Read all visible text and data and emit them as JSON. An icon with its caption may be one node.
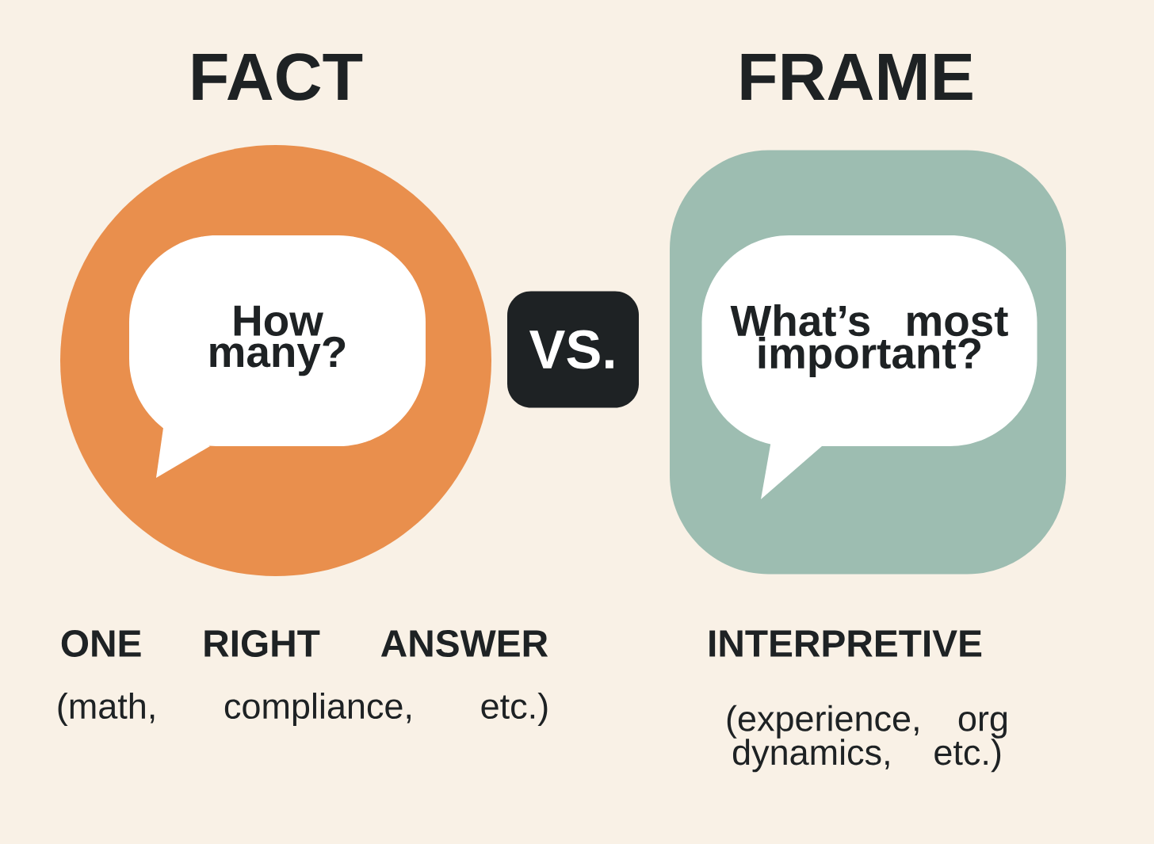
{
  "diagram": {
    "nodes": [
      {
        "text": [],
        "shape": "circle"
      },
      {
        "text": [
          "How many?"
        ],
        "in": 0
      },
      {
        "text": [
          "VS."
        ]
      },
      {
        "text": [],
        "shape": "box"
      },
      {
        "text": [
          "What’s most important?"
        ],
        "in": 3
      }
    ],
    "labels": [
      "FACT",
      "FRAME",
      "ONE RIGHT ANSWER",
      "(math, compliance, etc.)",
      "INTERPRETIVE",
      "(experience, org dynamics, etc.)"
    ]
  }
}
